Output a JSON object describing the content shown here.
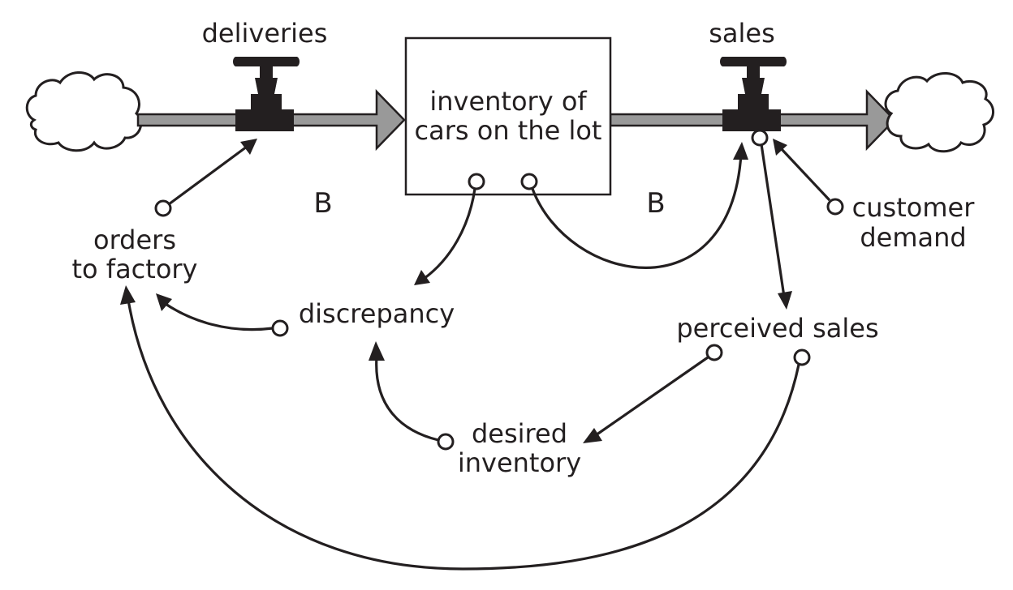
{
  "stock": {
    "label_line1": "inventory of",
    "label_line2": "cars on the lot"
  },
  "flows": {
    "inflow": "deliveries",
    "outflow": "sales"
  },
  "variables": {
    "customer_demand_line1": "customer",
    "customer_demand_line2": "demand",
    "orders_line1": "orders",
    "orders_line2": "to factory",
    "discrepancy": "discrepancy",
    "perceived_sales": "perceived sales",
    "desired_inventory_line1": "desired",
    "desired_inventory_line2": "inventory"
  },
  "loops": {
    "left": "B",
    "right": "B"
  },
  "colors": {
    "ink": "#231f20",
    "pipe": "#999999"
  }
}
